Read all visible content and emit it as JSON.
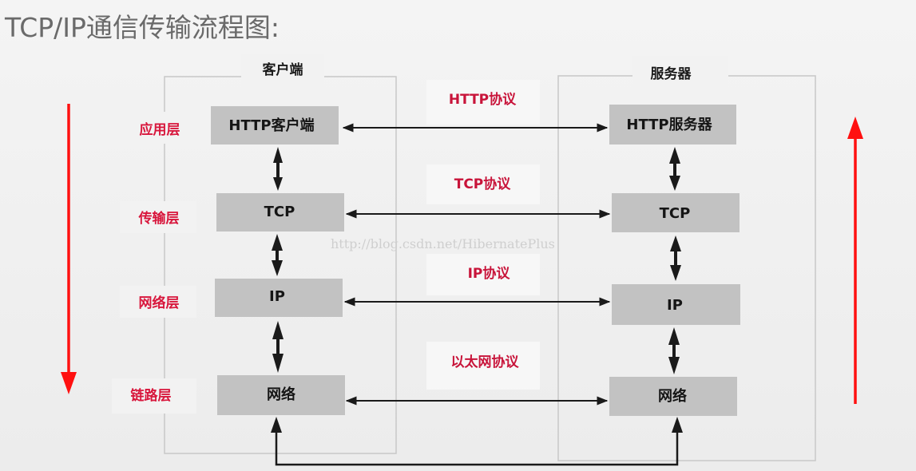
{
  "title": "TCP/IP通信传输流程图:",
  "client_label": "客户端",
  "server_label": "服务器",
  "layers": [
    "应用层",
    "传输层",
    "网络层",
    "链路层"
  ],
  "client_nodes": [
    "HTTP客户端",
    "TCP",
    "IP",
    "网络"
  ],
  "server_nodes": [
    "HTTP服务器",
    "TCP",
    "IP",
    "网络"
  ],
  "protocols": [
    "HTTP协议",
    "TCP协议",
    "IP协议",
    "以太网协议"
  ],
  "watermark": "http://blog.csdn.net/HibernatePlus",
  "colors": {
    "node_fill": "#c2c2c2",
    "label_red": "#d8163c",
    "arrow_red": "#ff1010",
    "border": "#c8c8c8"
  }
}
